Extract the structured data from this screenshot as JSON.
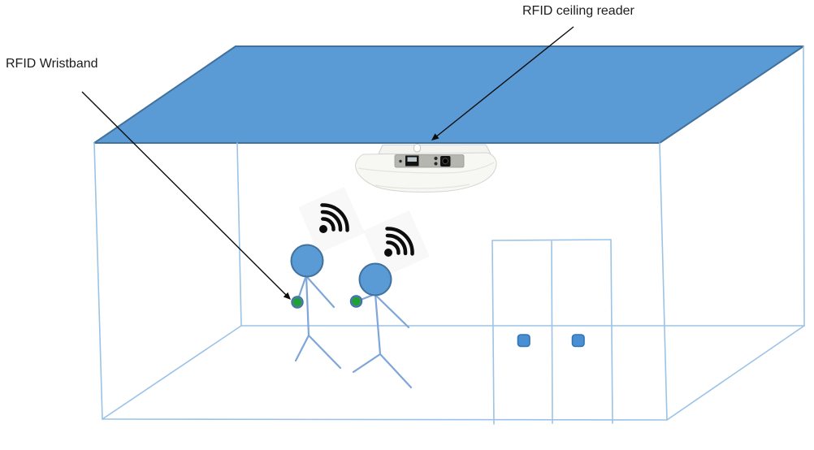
{
  "labels": {
    "ceiling_reader": "RFID ceiling reader",
    "wristband": "RFID Wristband"
  },
  "icons": {
    "wifi_signal": "wifi-signal-icon",
    "wristband_dot": "rfid-wristband-dot-icon",
    "ceiling_reader_device": "rfid-ceiling-reader-device"
  },
  "colors": {
    "ceiling_fill": "#5b9bd5",
    "ceiling_border": "#41719c",
    "room_line": "#9cc3e6",
    "figure_line": "#7ea6d8",
    "head_fill": "#5b9bd5",
    "head_border": "#41719c",
    "wristband_green": "#21a038",
    "wristband_ring": "#4f7cb0",
    "door_handle_fill": "#4a8fd3",
    "door_handle_border": "#2e75b6",
    "wifi_icon": "#0d0d0d",
    "annotation_arrow": "#0d0d0d",
    "device_body": "#f7f7f4"
  }
}
